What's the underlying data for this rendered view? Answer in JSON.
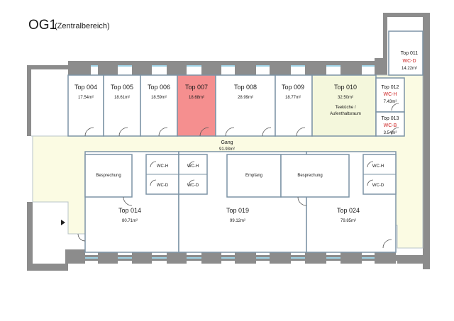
{
  "title_main": "OG1",
  "title_sub": "(Zentralbereich)",
  "colors": {
    "wall": "#8c8c8c",
    "room": "#ffffff",
    "corridor": "#fbfbe3",
    "kitchen": "#f4f7dc",
    "highlight": "#f58f8f",
    "glass": "#9fd3e6",
    "wc_text": "#cc1f1f"
  },
  "rooms": {
    "top004": {
      "name": "Top 004",
      "area": "17.54m²"
    },
    "top005": {
      "name": "Top 005",
      "area": "18.61m²"
    },
    "top006": {
      "name": "Top 006",
      "area": "18.59m²"
    },
    "top007": {
      "name": "Top 007",
      "area": "18.68m²"
    },
    "top008": {
      "name": "Top 008",
      "area": "28.99m²"
    },
    "top009": {
      "name": "Top 009",
      "area": "18.77m²"
    },
    "top010": {
      "name": "Top 010",
      "area": "32.50m²",
      "desc1": "Teeküche /",
      "desc2": "Aufenthaltsraum"
    },
    "top011": {
      "name": "Top 011",
      "sub": "WC-D",
      "area": "14.22m²"
    },
    "top012": {
      "name": "Top 012",
      "sub": "WC-H",
      "area": "7.43m²"
    },
    "top013": {
      "name": "Top 013",
      "sub": "WC-B",
      "area": "3.54m²"
    },
    "gang": {
      "name": "Gang",
      "area": "91.93m²"
    },
    "top014": {
      "name": "Top 014",
      "area": "80.71m²"
    },
    "top019": {
      "name": "Top 019",
      "area": "99.12m²"
    },
    "top024": {
      "name": "Top 024",
      "area": "79.85m²"
    }
  },
  "subrooms": {
    "besprechung1": "Besprechung",
    "besprechung2": "Besprechung",
    "empfang": "Empfang",
    "wc_h_1": "WC-H",
    "wc_d_1": "WC-D",
    "wc_h_2": "WC-H",
    "wc_d_2": "WC-D",
    "wc_h_3": "WC-H",
    "wc_d_3": "WC-D"
  }
}
